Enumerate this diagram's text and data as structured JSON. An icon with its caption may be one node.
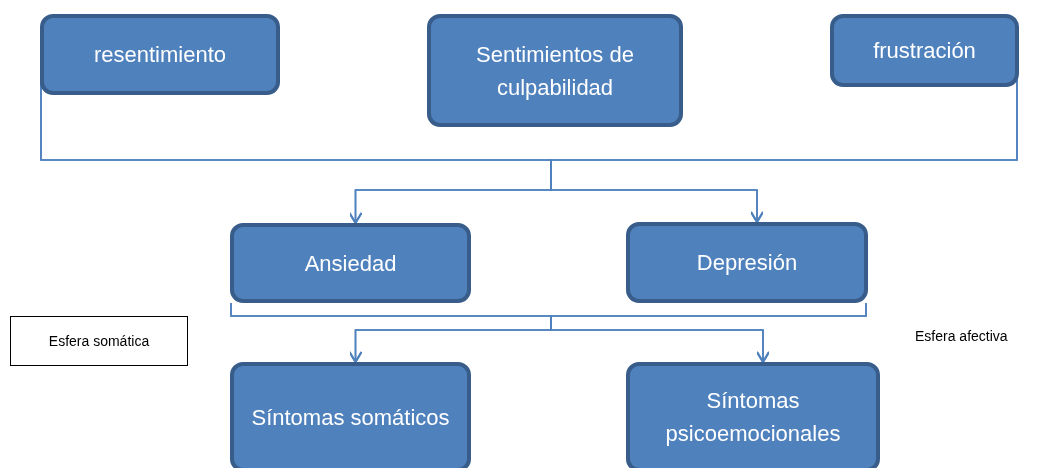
{
  "diagram": {
    "nodes": [
      {
        "text": [
          "resentimiento"
        ]
      },
      {
        "text": [
          "Sentimientos de culpabilidad"
        ]
      },
      {
        "text": [
          "frustración"
        ]
      },
      {
        "text": [
          "Ansiedad"
        ]
      },
      {
        "text": [
          "Depresión"
        ]
      },
      {
        "text": [
          "Esfera somática"
        ]
      },
      {
        "text": [
          "Síntomas somáticos"
        ]
      },
      {
        "text": [
          "Síntomas psicoemocionales"
        ]
      }
    ],
    "edges": [
      {
        "from": 0,
        "to": 3,
        "arrow": "to"
      },
      {
        "from": 0,
        "to": 4,
        "arrow": "to"
      },
      {
        "from": 2,
        "to": 3,
        "arrow": "to"
      },
      {
        "from": 2,
        "to": 4,
        "arrow": "to"
      },
      {
        "from": 3,
        "to": 6,
        "arrow": "to"
      },
      {
        "from": 3,
        "to": 7,
        "arrow": "to"
      },
      {
        "from": 4,
        "to": 6,
        "arrow": "to"
      },
      {
        "from": 4,
        "to": 7,
        "arrow": "to"
      }
    ],
    "labels": [
      "Esfera afectiva"
    ]
  }
}
